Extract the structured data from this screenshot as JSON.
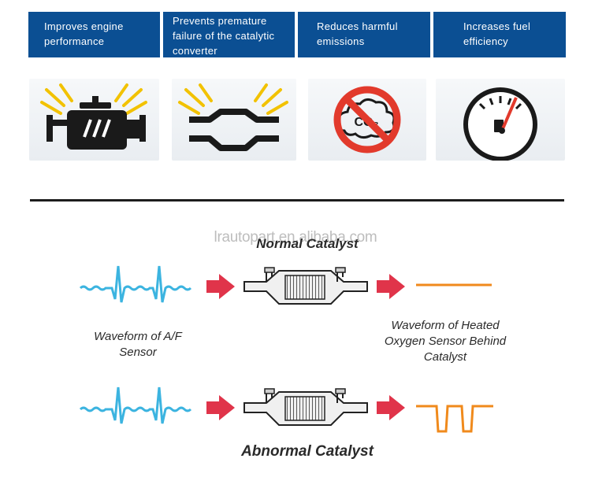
{
  "benefits": [
    {
      "label": "Improves engine performance",
      "icon": "engine-icon"
    },
    {
      "label": "Prevents premature failure of the catalytic converter",
      "icon": "catalytic-converter-icon"
    },
    {
      "label": "Reduces harmful emissions",
      "icon": "no-co2-icon"
    },
    {
      "label": "Increases fuel efficiency",
      "icon": "fuel-gauge-icon"
    }
  ],
  "co2_label": "CO₂",
  "watermark": "lrautopart.en.alibaba.com",
  "normal": {
    "title": "Normal Catalyst"
  },
  "abnormal": {
    "title": "Abnormal Catalyst"
  },
  "af_sensor_caption": "Waveform of A/F Sensor",
  "ho2_sensor_caption": "Waveform of Heated Oxygen Sensor Behind Catalyst",
  "colors": {
    "header": "#0b4f93",
    "waveform_in": "#3cb4e0",
    "waveform_out": "#f08a1c",
    "arrow": "#e0344a",
    "icon": "#1a1a1a",
    "ray": "#f2c200"
  }
}
